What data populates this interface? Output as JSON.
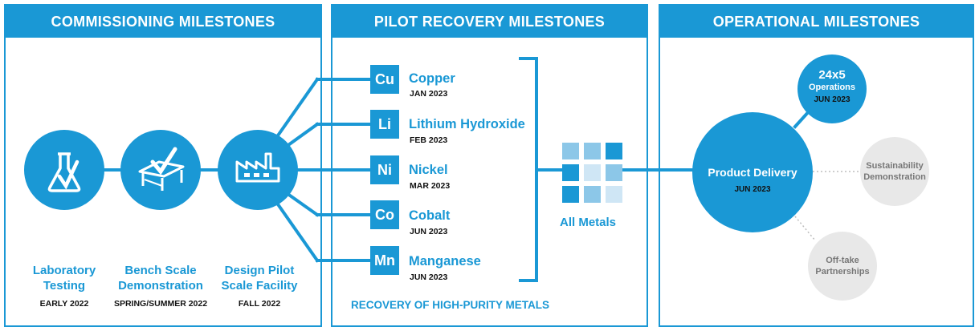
{
  "panels": {
    "commissioning": "COMMISSIONING MILESTONES",
    "pilot": "PILOT RECOVERY MILESTONES",
    "operational": "OPERATIONAL MILESTONES"
  },
  "stages": [
    {
      "label": [
        "Laboratory",
        "Testing"
      ],
      "date": "EARLY 2022"
    },
    {
      "label": [
        "Bench Scale",
        "Demonstration"
      ],
      "date": "SPRING/SUMMER 2022"
    },
    {
      "label": [
        "Design Pilot",
        "Scale Facility"
      ],
      "date": "FALL 2022"
    }
  ],
  "metals": [
    {
      "symbol": "Cu",
      "name": "Copper",
      "date": "JAN 2023"
    },
    {
      "symbol": "Li",
      "name": "Lithium Hydroxide",
      "date": "FEB 2023"
    },
    {
      "symbol": "Ni",
      "name": "Nickel",
      "date": "MAR 2023"
    },
    {
      "symbol": "Co",
      "name": "Cobalt",
      "date": "JUN 2023"
    },
    {
      "symbol": "Mn",
      "name": "Manganese",
      "date": "JUN 2023"
    }
  ],
  "all_metals_label": "All Metals",
  "recovery_caption": "RECOVERY OF HIGH-PURITY METALS",
  "operational": {
    "product_delivery": {
      "title": "Product Delivery",
      "date": "JUN 2023"
    },
    "operations": {
      "line1": "24x5",
      "line2": "Operations",
      "date": "JUN 2023"
    },
    "sustainability": {
      "line1": "Sustainability",
      "line2": "Demonstration"
    },
    "offtake": {
      "line1": "Off-take",
      "line2": "Partnerships"
    }
  },
  "colors": {
    "accent": "#1a98d5",
    "light": "#8cc7e8",
    "pale": "#cfe6f5",
    "grey": "#e8e8e8"
  },
  "icons": [
    "flask-check-icon",
    "table-check-icon",
    "factory-icon",
    "metals-grid-icon"
  ]
}
